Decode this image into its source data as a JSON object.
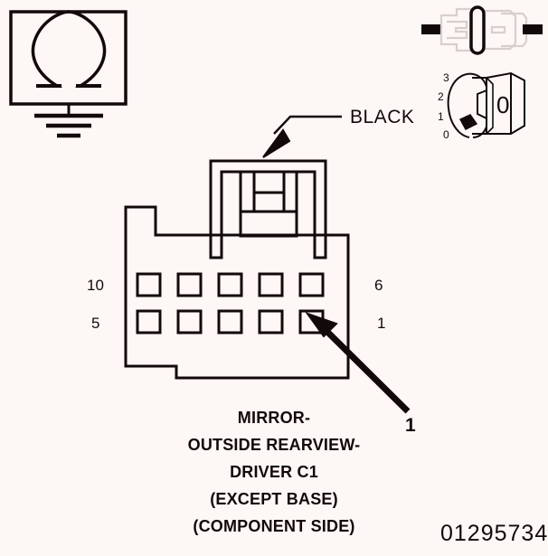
{
  "figure": {
    "part_number": "01295734",
    "caption_lines": [
      "MIRROR-",
      "OUTSIDE REARVIEW-",
      "DRIVER C1",
      "(EXCEPT BASE)",
      "(COMPONENT SIDE)"
    ]
  },
  "icons": {
    "ground_box": "ohm-ground-symbol",
    "connector_pair": "mated-connector-icon",
    "cavity_gauge": "cavity-gauge-icon"
  },
  "connector": {
    "wire_color_label": "BLACK",
    "row_labels": {
      "top_left": "10",
      "bottom_left": "5",
      "top_right": "6",
      "bottom_right": "1"
    },
    "cavity_count": 10,
    "rows": 2,
    "columns": 5
  },
  "callouts": [
    {
      "id": "1",
      "label": "1",
      "target": "cavity-row2-col5"
    }
  ],
  "gauge": {
    "scale_labels": [
      "3",
      "2",
      "1",
      "0"
    ],
    "size_label": "0"
  },
  "colors": {
    "background": "#fdf7f5",
    "ink": "#120a0a",
    "icon_outline": "#d8cfcd"
  }
}
